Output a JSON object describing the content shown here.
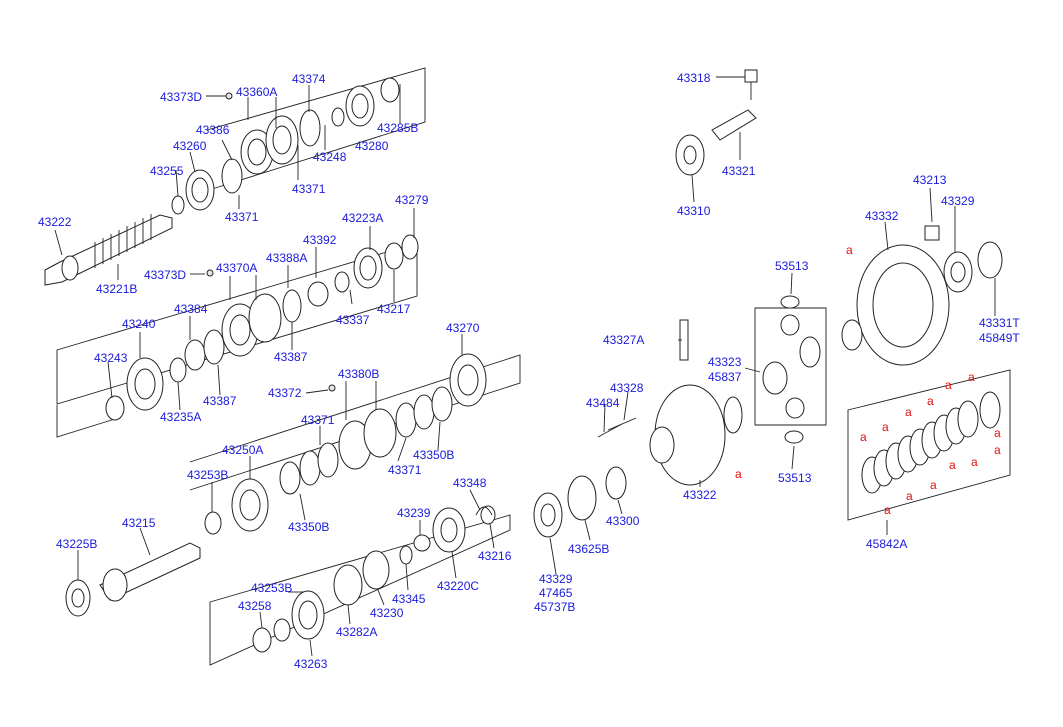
{
  "diagram": {
    "labels": [
      {
        "id": "l01",
        "text": "43373D"
      },
      {
        "id": "l02",
        "text": "43360A"
      },
      {
        "id": "l03",
        "text": "43374"
      },
      {
        "id": "l04",
        "text": "43386"
      },
      {
        "id": "l05",
        "text": "43260"
      },
      {
        "id": "l06",
        "text": "43255"
      },
      {
        "id": "l07",
        "text": "43285B"
      },
      {
        "id": "l08",
        "text": "43248"
      },
      {
        "id": "l09",
        "text": "43280"
      },
      {
        "id": "l10",
        "text": "43371"
      },
      {
        "id": "l11",
        "text": "43371"
      },
      {
        "id": "l12",
        "text": "43222"
      },
      {
        "id": "l13",
        "text": "43221B"
      },
      {
        "id": "l14",
        "text": "43373D"
      },
      {
        "id": "l15",
        "text": "43370A"
      },
      {
        "id": "l16",
        "text": "43388A"
      },
      {
        "id": "l17",
        "text": "43392"
      },
      {
        "id": "l18",
        "text": "43223A"
      },
      {
        "id": "l19",
        "text": "43279"
      },
      {
        "id": "l20",
        "text": "43384"
      },
      {
        "id": "l21",
        "text": "43240"
      },
      {
        "id": "l22",
        "text": "43243"
      },
      {
        "id": "l23",
        "text": "43337"
      },
      {
        "id": "l24",
        "text": "43217"
      },
      {
        "id": "l25",
        "text": "43387"
      },
      {
        "id": "l26",
        "text": "43387"
      },
      {
        "id": "l27",
        "text": "43235A"
      },
      {
        "id": "l28",
        "text": "43270"
      },
      {
        "id": "l29",
        "text": "43372"
      },
      {
        "id": "l30",
        "text": "43380B"
      },
      {
        "id": "l31",
        "text": "43371"
      },
      {
        "id": "l32",
        "text": "43250A"
      },
      {
        "id": "l33",
        "text": "43371"
      },
      {
        "id": "l34",
        "text": "43350B"
      },
      {
        "id": "l35",
        "text": "43253B"
      },
      {
        "id": "l36",
        "text": "43350B"
      },
      {
        "id": "l37",
        "text": "43348"
      },
      {
        "id": "l38",
        "text": "43215"
      },
      {
        "id": "l39",
        "text": "43239"
      },
      {
        "id": "l40",
        "text": "43225B"
      },
      {
        "id": "l41",
        "text": "43216"
      },
      {
        "id": "l42",
        "text": "43220C"
      },
      {
        "id": "l43",
        "text": "43253B"
      },
      {
        "id": "l44",
        "text": "43258"
      },
      {
        "id": "l45",
        "text": "43345"
      },
      {
        "id": "l46",
        "text": "43230"
      },
      {
        "id": "l47",
        "text": "43282A"
      },
      {
        "id": "l48",
        "text": "43263"
      },
      {
        "id": "l49",
        "text": "43318"
      },
      {
        "id": "l50",
        "text": "43321"
      },
      {
        "id": "l51",
        "text": "43310"
      },
      {
        "id": "l52",
        "text": "43213"
      },
      {
        "id": "l53",
        "text": "43332"
      },
      {
        "id": "l54",
        "text": "43329"
      },
      {
        "id": "l55",
        "text": "53513"
      },
      {
        "id": "l56",
        "text": "43331T"
      },
      {
        "id": "l57",
        "text": "45849T"
      },
      {
        "id": "l58",
        "text": "43327A"
      },
      {
        "id": "l59",
        "text": "43323"
      },
      {
        "id": "l60",
        "text": "45837"
      },
      {
        "id": "l61",
        "text": "43328"
      },
      {
        "id": "l62",
        "text": "43484"
      },
      {
        "id": "l63",
        "text": "53513"
      },
      {
        "id": "l64",
        "text": "43322"
      },
      {
        "id": "l65",
        "text": "43300"
      },
      {
        "id": "l66",
        "text": "43625B"
      },
      {
        "id": "l67",
        "text": "43329"
      },
      {
        "id": "l68",
        "text": "47465"
      },
      {
        "id": "l69",
        "text": "45737B"
      },
      {
        "id": "l70",
        "text": "45842A"
      }
    ],
    "marker_letter": "a",
    "colors": {
      "label": "#1a1adb",
      "marker": "#e01010",
      "line": "#222222"
    }
  }
}
